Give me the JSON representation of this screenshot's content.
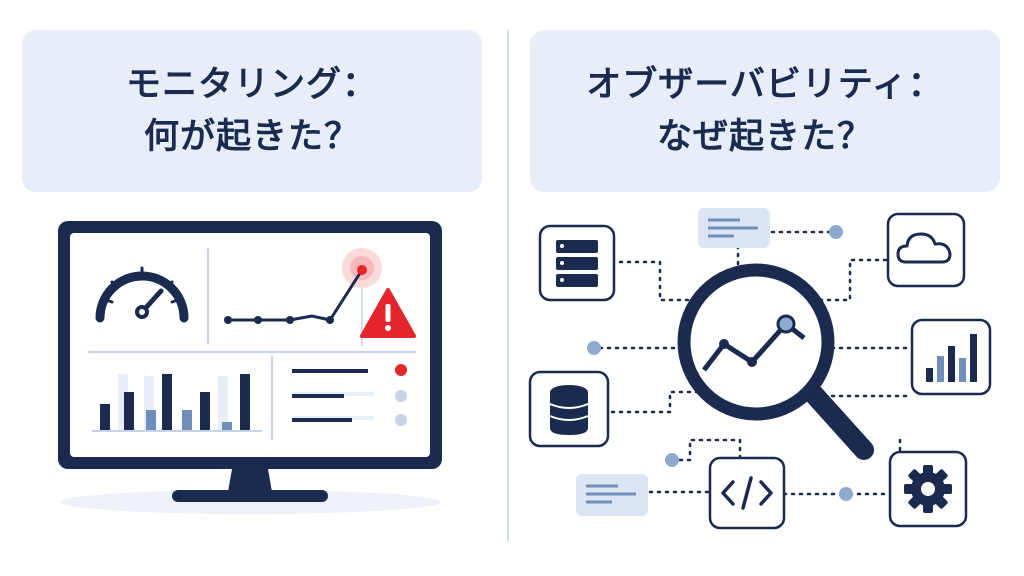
{
  "left": {
    "title_line1": "モニタリング：",
    "title_line2": "何が起きた？"
  },
  "right": {
    "title_line1": "オブザーバビリティ：",
    "title_line2": "なぜ起きた？"
  },
  "colors": {
    "navy": "#1b2a4f",
    "light_blue": "#e8eef8",
    "mid_blue": "#6f8fba",
    "pale_blue": "#c6d3e6",
    "alert_red": "#e4252c"
  },
  "icons": [
    "gauge-icon",
    "warning-icon",
    "server-icon",
    "database-icon",
    "cloud-icon",
    "code-icon",
    "gear-icon",
    "magnifier-icon",
    "bar-chart-icon",
    "log-card-icon"
  ]
}
